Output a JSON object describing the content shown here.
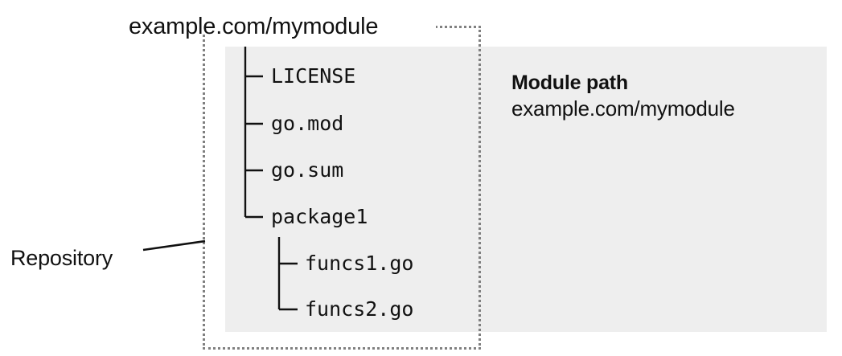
{
  "diagram": {
    "title": "example.com/mymodule",
    "repository_label": "Repository",
    "colors": {
      "module_panel_bg": "#eeeeee",
      "repo_border": "#808080",
      "text": "#111111",
      "page_bg": "#ffffff"
    }
  },
  "tree": {
    "root_label": "example.com/mymodule",
    "nodes": [
      {
        "label": "LICENSE",
        "depth": 0,
        "connector": "tee",
        "type": "file"
      },
      {
        "label": "go.mod",
        "depth": 0,
        "connector": "tee",
        "type": "file"
      },
      {
        "label": "go.sum",
        "depth": 0,
        "connector": "tee",
        "type": "file"
      },
      {
        "label": "package1",
        "depth": 0,
        "connector": "last",
        "type": "directory"
      },
      {
        "label": "funcs1.go",
        "depth": 1,
        "connector": "tee",
        "type": "file"
      },
      {
        "label": "funcs2.go",
        "depth": 1,
        "connector": "last",
        "type": "file"
      }
    ]
  },
  "annotation": {
    "heading": "Module path",
    "value": "example.com/mymodule"
  }
}
